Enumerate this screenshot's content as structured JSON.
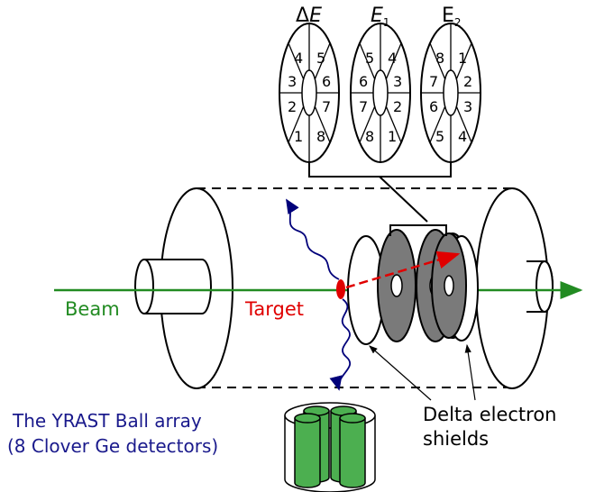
{
  "detectors": [
    {
      "title": "ΔE",
      "segments": [
        "4",
        "5",
        "6",
        "7",
        "8",
        "1",
        "2",
        "3"
      ]
    },
    {
      "title": "E1",
      "segments": [
        "5",
        "4",
        "3",
        "2",
        "1",
        "8",
        "7",
        "6"
      ]
    },
    {
      "title": "E2",
      "segments": [
        "8",
        "1",
        "2",
        "3",
        "4",
        "5",
        "6",
        "7"
      ]
    }
  ],
  "labels": {
    "beam": "Beam",
    "target": "Target",
    "ball_line1": "The YRAST Ball array",
    "ball_line2": "(8 Clover Ge detectors)",
    "shields_line1": "Delta electron",
    "shields_line2": "shields"
  },
  "colors": {
    "beam": "#228B22",
    "target": "#e00000",
    "gamma": "#00007a",
    "ball_text": "#1a1a8c",
    "clover": "#4caf50",
    "detector_disk": "#7a7a7a"
  }
}
